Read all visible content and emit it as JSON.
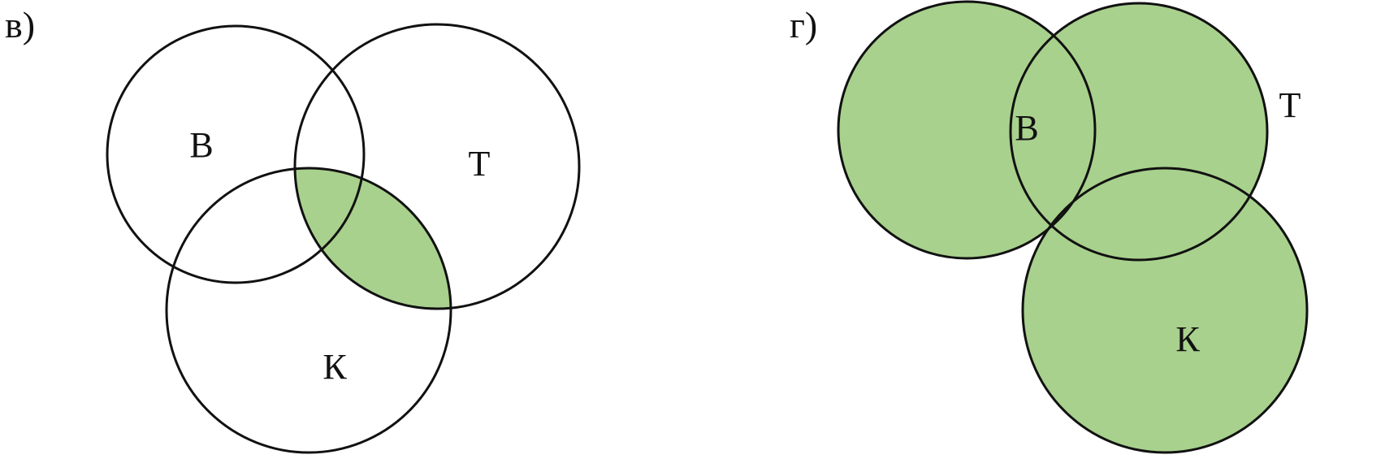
{
  "fill_color": "#a8d18d",
  "stroke_color": "#111111",
  "background_color": "#ffffff",
  "panels": [
    {
      "label": "в)",
      "sets": {
        "B": "В",
        "T": "Т",
        "K": "К"
      },
      "shaded_region": "T ∩ K"
    },
    {
      "label": "г)",
      "sets": {
        "B": "В",
        "T": "Т",
        "K": "К"
      },
      "shaded_region": "B ∪ T ∪ K"
    }
  ]
}
